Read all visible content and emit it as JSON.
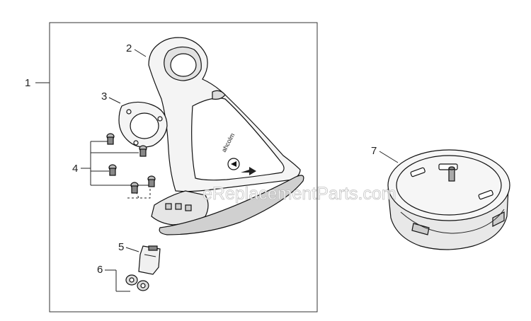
{
  "diagram": {
    "callouts": [
      {
        "id": "1",
        "label": "1"
      },
      {
        "id": "2",
        "label": "2"
      },
      {
        "id": "3",
        "label": "3"
      },
      {
        "id": "4",
        "label": "4"
      },
      {
        "id": "5",
        "label": "5"
      },
      {
        "id": "6",
        "label": "6"
      },
      {
        "id": "7",
        "label": "7"
      }
    ],
    "watermark": "eReplacementParts.com",
    "icons": [
      "guard-shield-icon",
      "gasket-plate-icon",
      "screw-icon",
      "bracket-icon",
      "washer-icon",
      "trimmer-head-icon"
    ],
    "colors": {
      "line": "#111111",
      "fill_light": "#f2f2f2",
      "fill_mid": "#cfcfcf",
      "watermark_stroke": "#b8b8b8"
    }
  }
}
